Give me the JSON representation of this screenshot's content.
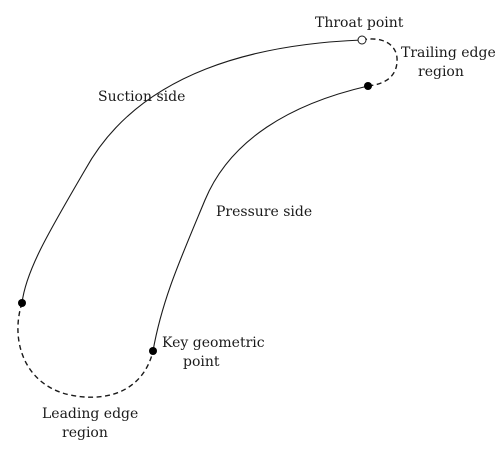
{
  "labels": {
    "throat_point": "Throat point",
    "trailing_edge_line1": "Trailing edge",
    "trailing_edge_line2": "region",
    "suction_side": "Suction side",
    "pressure_side": "Pressure side",
    "key_geometric_line1": "Key geometric",
    "key_geometric_line2": "point",
    "leading_edge_line1": "Leading edge",
    "leading_edge_line2": "region"
  },
  "colors": {
    "stroke": "#1a1a1a",
    "point_fill": "#000000",
    "open_point_fill": "#ffffff",
    "background": "#ffffff"
  }
}
